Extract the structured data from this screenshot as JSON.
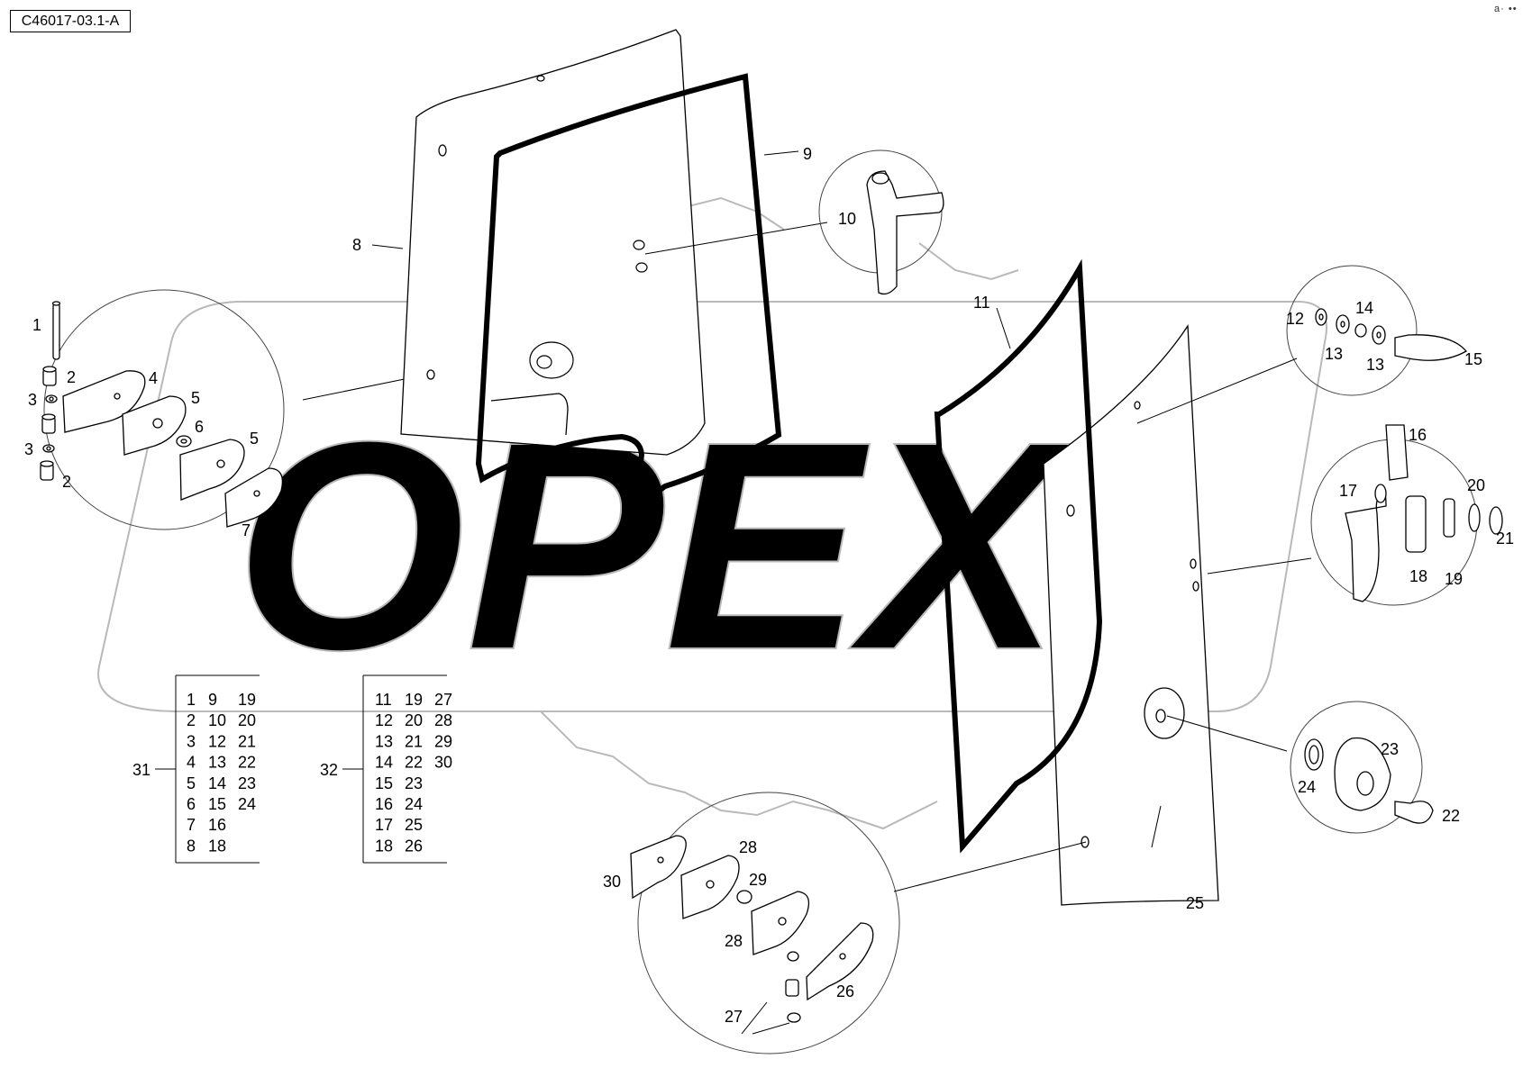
{
  "document_id": "C46017-03.1-A",
  "corner_mark": "a· ••",
  "watermark": "OPEX",
  "colors": {
    "line": "#000000",
    "watermark": "#b9b9b9"
  },
  "callouts": {
    "c1": "1",
    "c2": "2",
    "c2b": "2",
    "c3": "3",
    "c3b": "3",
    "c4": "4",
    "c5": "5",
    "c5b": "5",
    "c6": "6",
    "c7": "7",
    "c8": "8",
    "c9": "9",
    "c10": "10",
    "c11": "11",
    "c12": "12",
    "c13": "13",
    "c13b": "13",
    "c14": "14",
    "c15": "15",
    "c16": "16",
    "c17": "17",
    "c18": "18",
    "c19": "19",
    "c20": "20",
    "c21": "21",
    "c22": "22",
    "c23": "23",
    "c24": "24",
    "c25": "25",
    "c26": "26",
    "c27": "27",
    "c28": "28",
    "c28b": "28",
    "c29": "29",
    "c30": "30"
  },
  "kits": [
    {
      "label": "31",
      "columns": [
        [
          "1",
          "2",
          "3",
          "4",
          "5",
          "6",
          "7",
          "8"
        ],
        [
          "9",
          "10",
          "12",
          "13",
          "14",
          "15",
          "16",
          "18"
        ],
        [
          "19",
          "20",
          "21",
          "22",
          "23",
          "24"
        ]
      ]
    },
    {
      "label": "32",
      "columns": [
        [
          "11",
          "12",
          "13",
          "14",
          "15",
          "16",
          "17",
          "18"
        ],
        [
          "19",
          "20",
          "21",
          "22",
          "23",
          "24",
          "25",
          "26"
        ],
        [
          "27",
          "28",
          "29",
          "30"
        ]
      ]
    }
  ]
}
